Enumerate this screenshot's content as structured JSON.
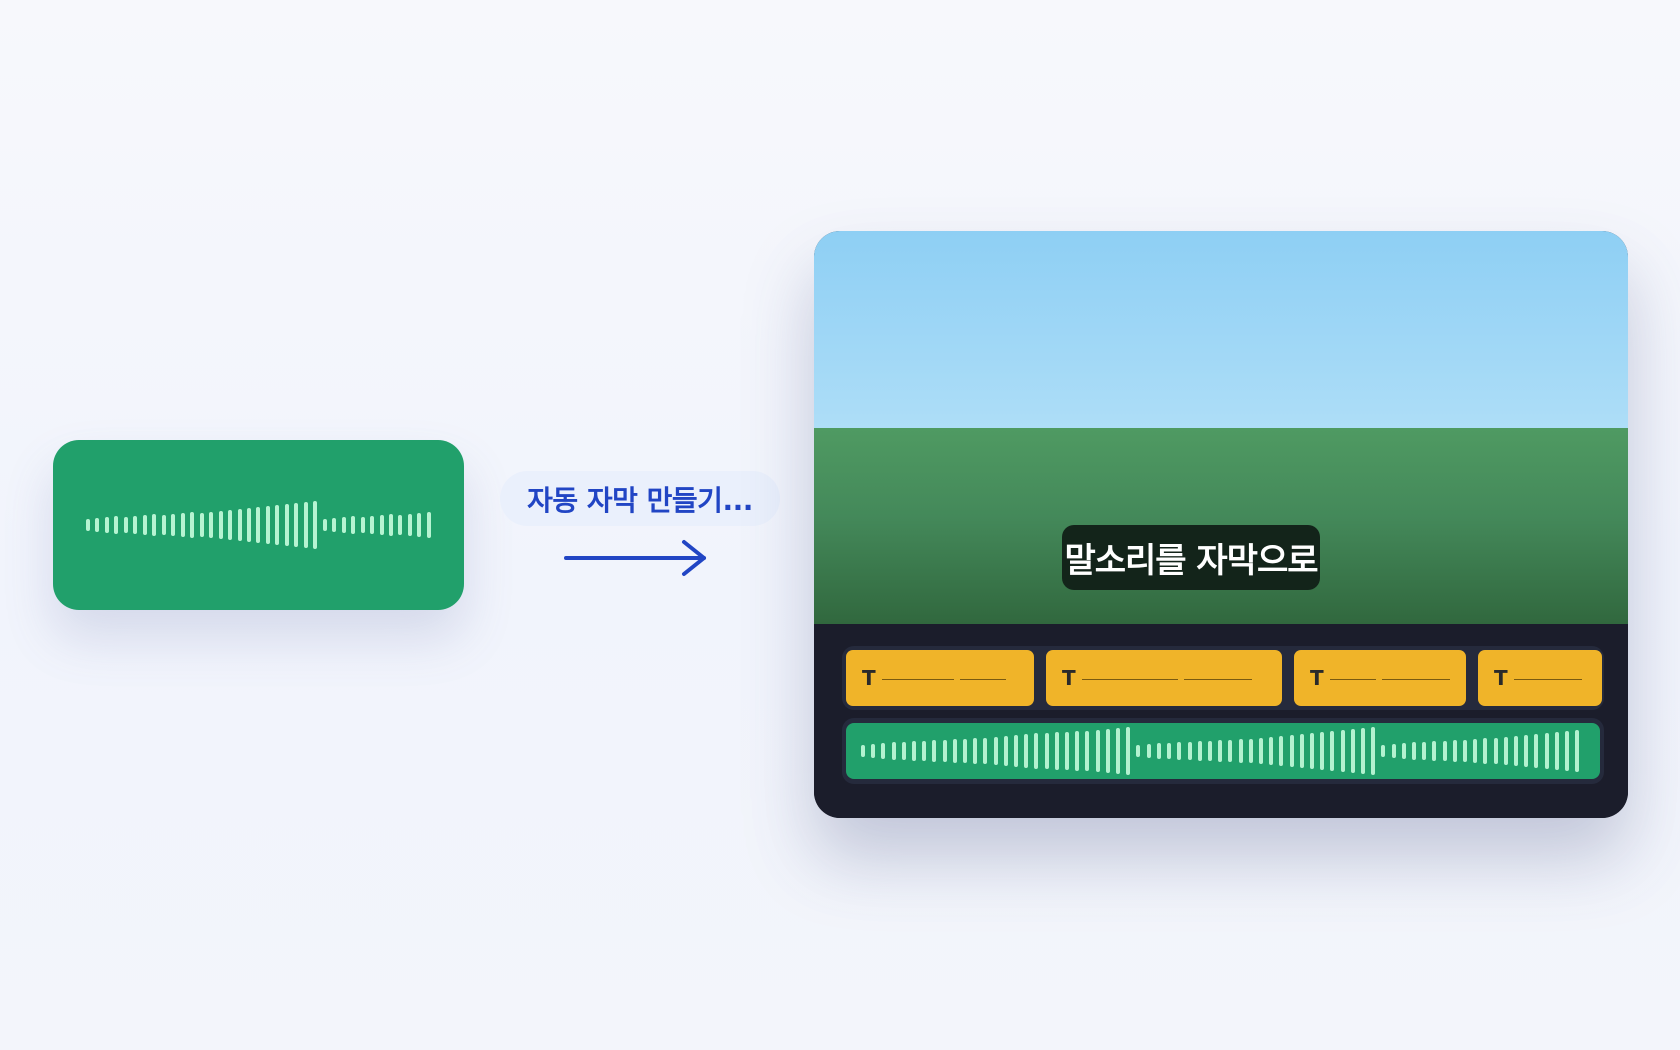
{
  "process_label": "자동 자막 만들기...",
  "caption_text": "말소리를 자막으로",
  "text_track": {
    "clips": [
      {
        "icon_letter": "T"
      },
      {
        "icon_letter": "T"
      },
      {
        "icon_letter": "T"
      },
      {
        "icon_letter": "T"
      }
    ]
  },
  "colors": {
    "audio_green": "#21a06b",
    "wave_mint": "#b6f4d2",
    "accent_blue": "#2145c4",
    "clip_yellow": "#f0b429",
    "editor_dark": "#1b1d2b"
  },
  "icons": {
    "arrow": "arrow-right-icon",
    "text_clip": "text-t-icon"
  }
}
